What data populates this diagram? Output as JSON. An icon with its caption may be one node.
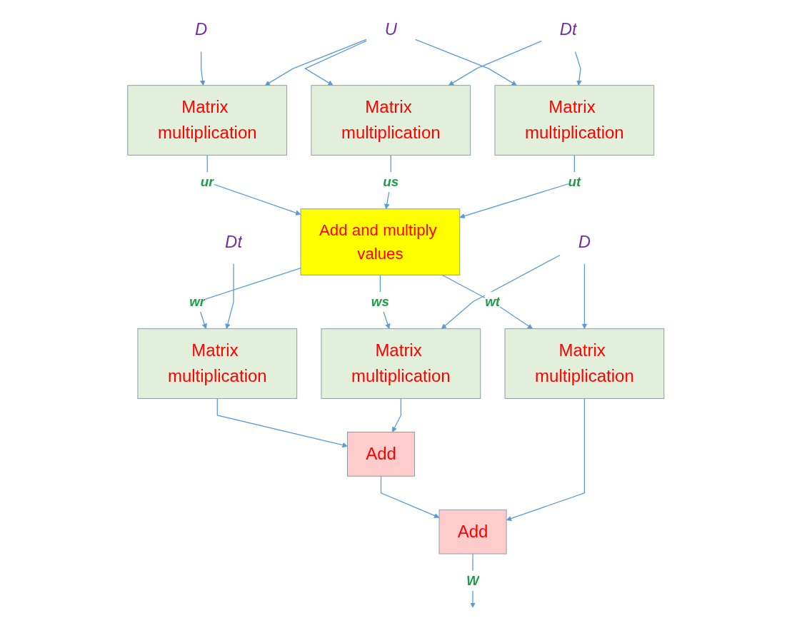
{
  "diagram": {
    "nodes": [
      {
        "text": [
          "U"
        ]
      },
      {
        "text": [
          "D"
        ]
      },
      {
        "text": [
          "Dt"
        ]
      },
      {
        "text": [
          "Matrix multiplication"
        ]
      },
      {
        "text": [
          "Matrix multiplication"
        ]
      },
      {
        "text": [
          "Matrix multiplication"
        ]
      },
      {
        "text": [
          "Add and multiply values"
        ]
      },
      {
        "text": [
          "Dt"
        ]
      },
      {
        "text": [
          "D"
        ]
      },
      {
        "text": [
          "Matrix multiplication"
        ]
      },
      {
        "text": [
          "Matrix multiplication"
        ]
      },
      {
        "text": [
          "Matrix multiplication"
        ]
      },
      {
        "text": [
          "Add"
        ]
      },
      {
        "text": [
          "Add"
        ]
      }
    ],
    "edges": [
      {
        "from": 1,
        "to": 3,
        "arrow": "to"
      },
      {
        "from": 0,
        "to": 3,
        "arrow": "to"
      },
      {
        "from": 0,
        "to": 4,
        "arrow": "to"
      },
      {
        "from": 0,
        "to": 5,
        "arrow": "to"
      },
      {
        "from": 2,
        "to": 4,
        "arrow": "to"
      },
      {
        "from": 2,
        "to": 5,
        "arrow": "to"
      },
      {
        "from": 3,
        "to": 6,
        "label": "ur",
        "arrow": "to"
      },
      {
        "from": 4,
        "to": 6,
        "label": "us",
        "arrow": "to"
      },
      {
        "from": 5,
        "to": 6,
        "label": "ut",
        "arrow": "to"
      },
      {
        "from": 6,
        "to": 9,
        "label": "wr",
        "arrow": "to"
      },
      {
        "from": 6,
        "to": 10,
        "label": "ws",
        "arrow": "to"
      },
      {
        "from": 6,
        "to": 11,
        "label": "wt",
        "arrow": "to"
      },
      {
        "from": 7,
        "to": 9,
        "arrow": "to"
      },
      {
        "from": 8,
        "to": 10,
        "arrow": "to"
      },
      {
        "from": 8,
        "to": 11,
        "arrow": "to"
      },
      {
        "from": 9,
        "to": 12,
        "arrow": "to"
      },
      {
        "from": 10,
        "to": 12,
        "arrow": "to"
      },
      {
        "from": 12,
        "to": 13,
        "arrow": "to"
      },
      {
        "from": 11,
        "to": 13,
        "arrow": "to"
      },
      {
        "from": 13,
        "to": null,
        "label": "W",
        "arrow": "to"
      }
    ]
  }
}
